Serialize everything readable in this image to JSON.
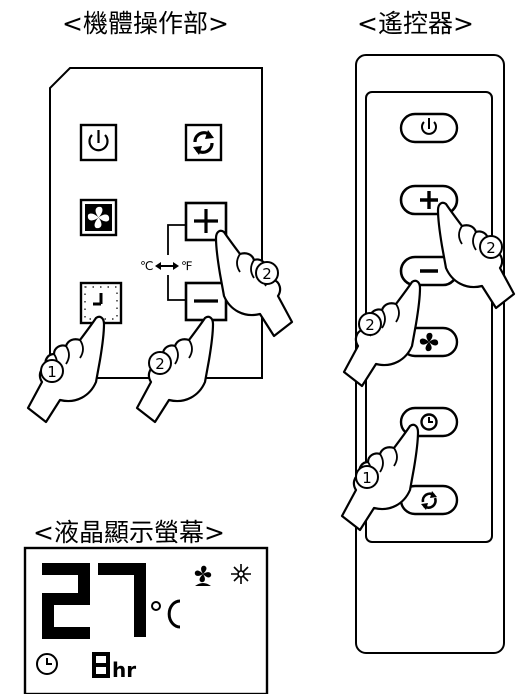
{
  "titles": {
    "unit_panel": "<機體操作部>",
    "remote": "<遙控器>",
    "lcd": "<液晶顯示螢幕>"
  },
  "unit_panel": {
    "buttons": [
      {
        "name": "power",
        "icon": "power-icon"
      },
      {
        "name": "swing",
        "icon": "swing-icon"
      },
      {
        "name": "fan",
        "icon": "fan-icon"
      },
      {
        "name": "plus",
        "icon": "plus-icon"
      },
      {
        "name": "timer",
        "icon": "timer-icon"
      },
      {
        "name": "minus",
        "icon": "minus-icon"
      }
    ],
    "unit_toggle_left": "℃",
    "unit_toggle_right": "℉",
    "steps": {
      "timer": "①",
      "plus": "②",
      "minus": "②"
    }
  },
  "remote": {
    "buttons": [
      "power",
      "plus",
      "minus",
      "fan",
      "timer",
      "swing"
    ],
    "steps": {
      "plus": "②",
      "minus": "②",
      "timer": "①"
    }
  },
  "lcd": {
    "temperature": "27",
    "unit": "°C",
    "timer_value": "8",
    "timer_unit": "hr"
  }
}
